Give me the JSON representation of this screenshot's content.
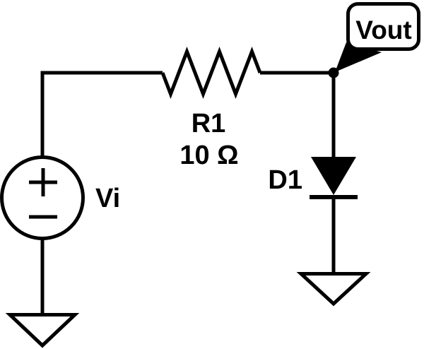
{
  "colors": {
    "background": "#ffffff",
    "ink": "#000000"
  },
  "components": {
    "voltage_source": {
      "label": "Vi",
      "symbol": "independent-voltage-source",
      "polarity_top": "+",
      "polarity_bottom": "−"
    },
    "resistor": {
      "label": "R1",
      "value": "10 Ω"
    },
    "diode": {
      "label": "D1",
      "symbol": "diode-cathode-down"
    },
    "output_callout": {
      "label": "Vout"
    },
    "grounds": {
      "count": 2,
      "symbol": "earth-triangle"
    }
  }
}
